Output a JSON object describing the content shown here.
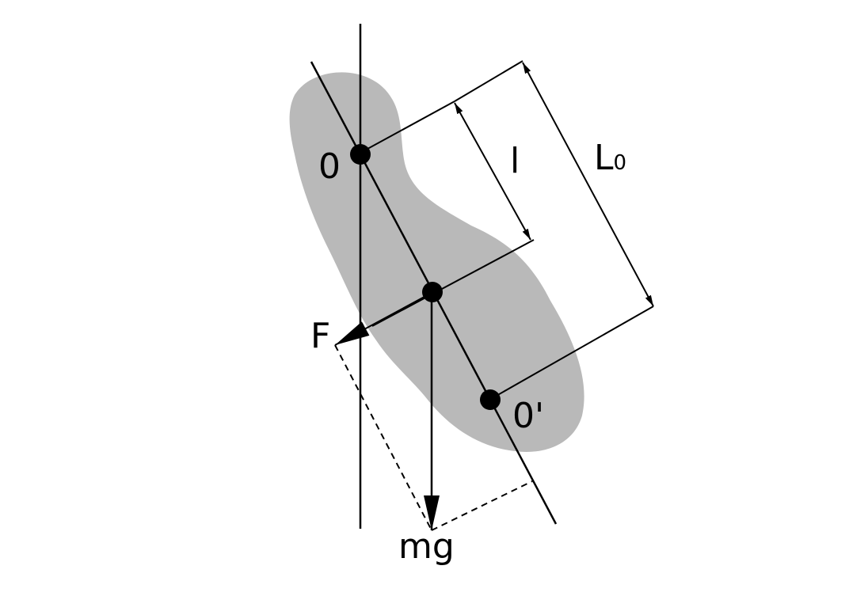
{
  "labels": {
    "pivot": "0",
    "center_of_oscillation": "0'",
    "distance_to_center_of_mass": "l",
    "reduced_length_letter": "L",
    "reduced_length_subscript": "0",
    "force": "F",
    "weight": "mg"
  },
  "colors": {
    "body_fill": "#b9b9b9",
    "ink": "#000000",
    "background": "#ffffff"
  }
}
